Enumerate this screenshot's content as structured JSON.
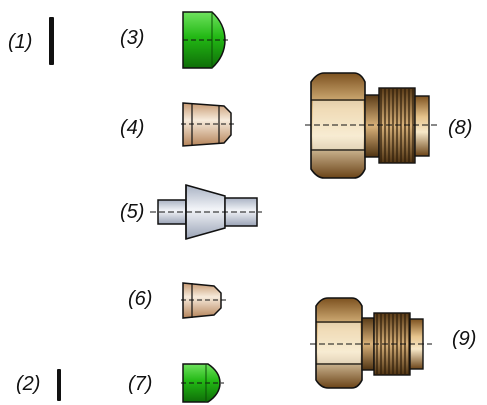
{
  "labels": {
    "p1": "(1)",
    "p2": "(2)",
    "p3": "(3)",
    "p4": "(4)",
    "p5": "(5)",
    "p6": "(6)",
    "p7": "(7)",
    "p8": "(8)",
    "p9": "(9)"
  },
  "colors": {
    "green": "#22b814",
    "green_dark": "#0f6e08",
    "tan": "#e8c9a8",
    "tan_light": "#f7ebdc",
    "gray": "#c9d0dc",
    "gray_light": "#eef1f6",
    "brass": "#c69a5c",
    "outline": "#111111"
  },
  "parts": [
    {
      "id": "1",
      "icon": "seal-strip-icon"
    },
    {
      "id": "2",
      "icon": "seal-strip-icon"
    },
    {
      "id": "3",
      "icon": "green-cap-icon"
    },
    {
      "id": "4",
      "icon": "tan-ferrule-icon"
    },
    {
      "id": "5",
      "icon": "gray-double-ferrule-icon"
    },
    {
      "id": "6",
      "icon": "tan-small-ferrule-icon"
    },
    {
      "id": "7",
      "icon": "green-cap-icon"
    },
    {
      "id": "8",
      "icon": "hex-nut-threaded-fitting-icon"
    },
    {
      "id": "9",
      "icon": "hex-nut-threaded-fitting-icon"
    }
  ]
}
